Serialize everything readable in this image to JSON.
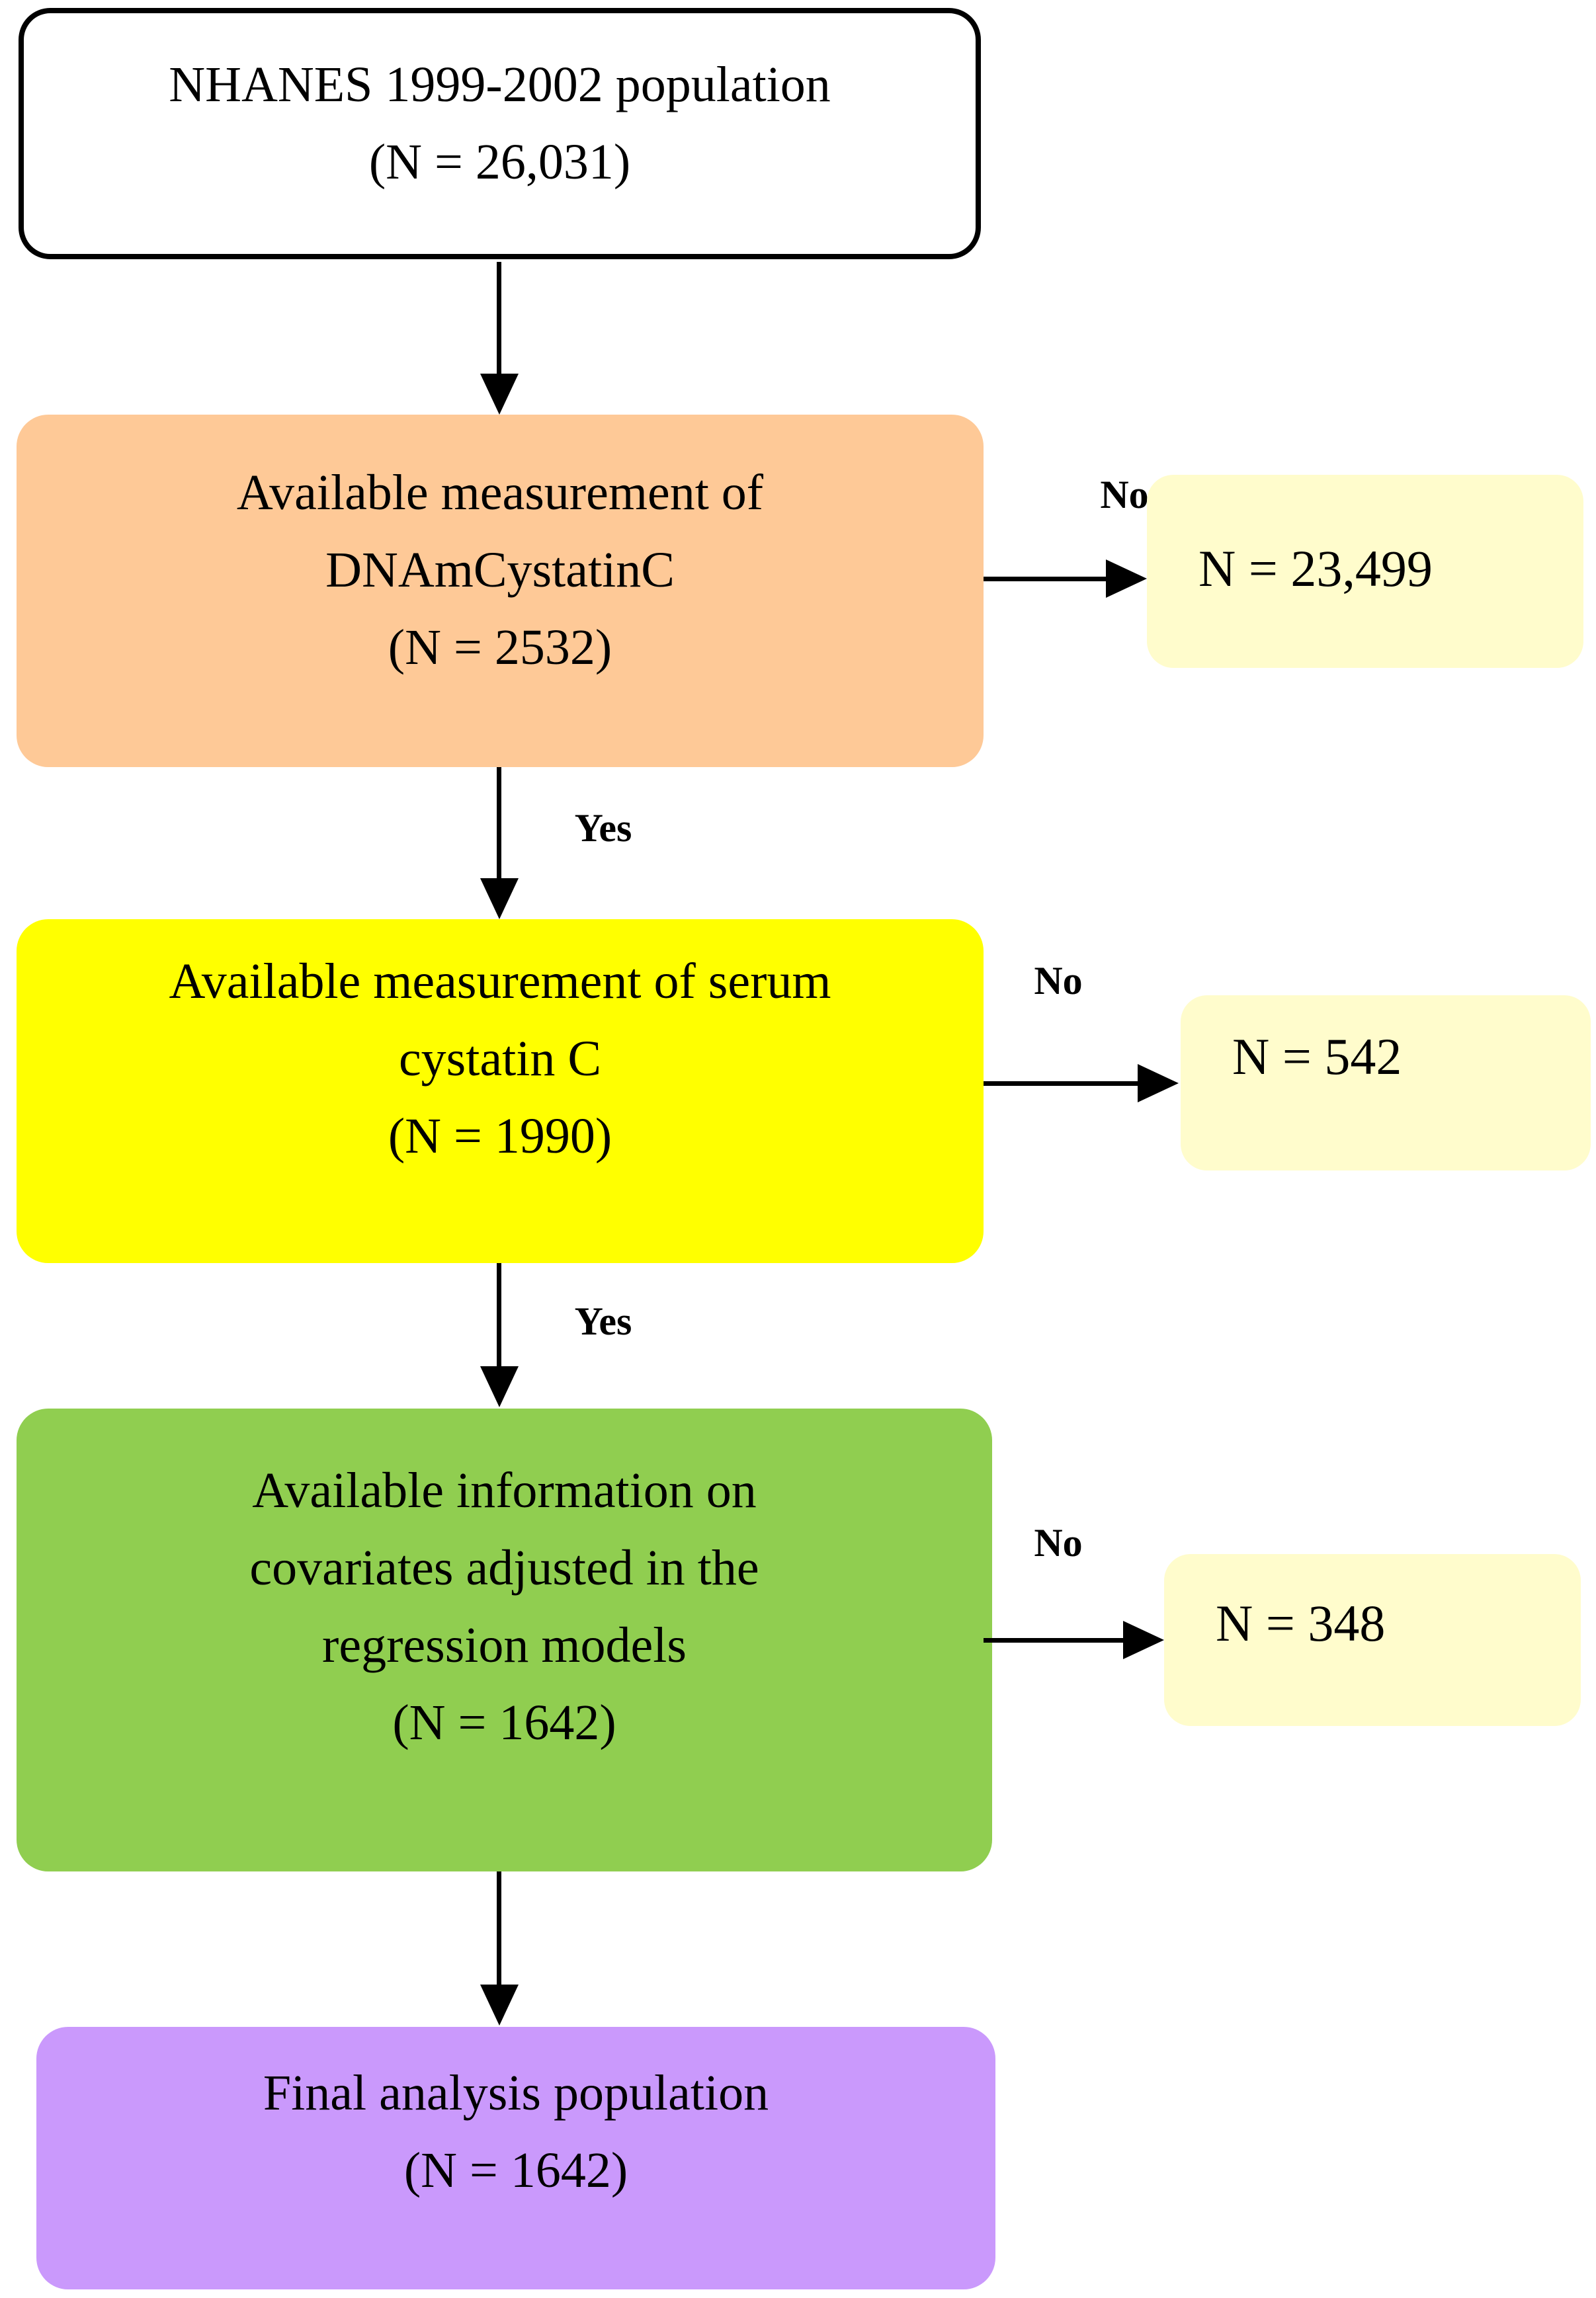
{
  "flow": {
    "boxes": [
      {
        "id": "population",
        "text": "NHANES 1999-2002 population\n(N = 26,031)"
      },
      {
        "id": "dnam-cystatin-c",
        "text": "Available measurement of\nDNAmCystatinC\n(N = 2532)"
      },
      {
        "id": "serum-cystatin-c",
        "text": "Available measurement of serum\ncystatin C\n(N = 1990)"
      },
      {
        "id": "covariates",
        "text": "Available information on\ncovariates adjusted in the\nregression models\n(N = 1642)"
      },
      {
        "id": "final",
        "text": "Final analysis population\n(N = 1642)"
      }
    ],
    "exclusions": [
      {
        "text": "N = 23,499"
      },
      {
        "text": "N = 542"
      },
      {
        "text": "N = 348"
      }
    ],
    "edge_labels": {
      "yes": "Yes",
      "no": "No"
    },
    "colors": {
      "population_box": "#FFFFFF",
      "dnam_box": "#FEC997",
      "serum_box": "#FFFF00",
      "covariates_box": "#90CE50",
      "final_box": "#CA99FC",
      "exclusion_box": "#FFFCCC",
      "outline": "#000000"
    }
  }
}
